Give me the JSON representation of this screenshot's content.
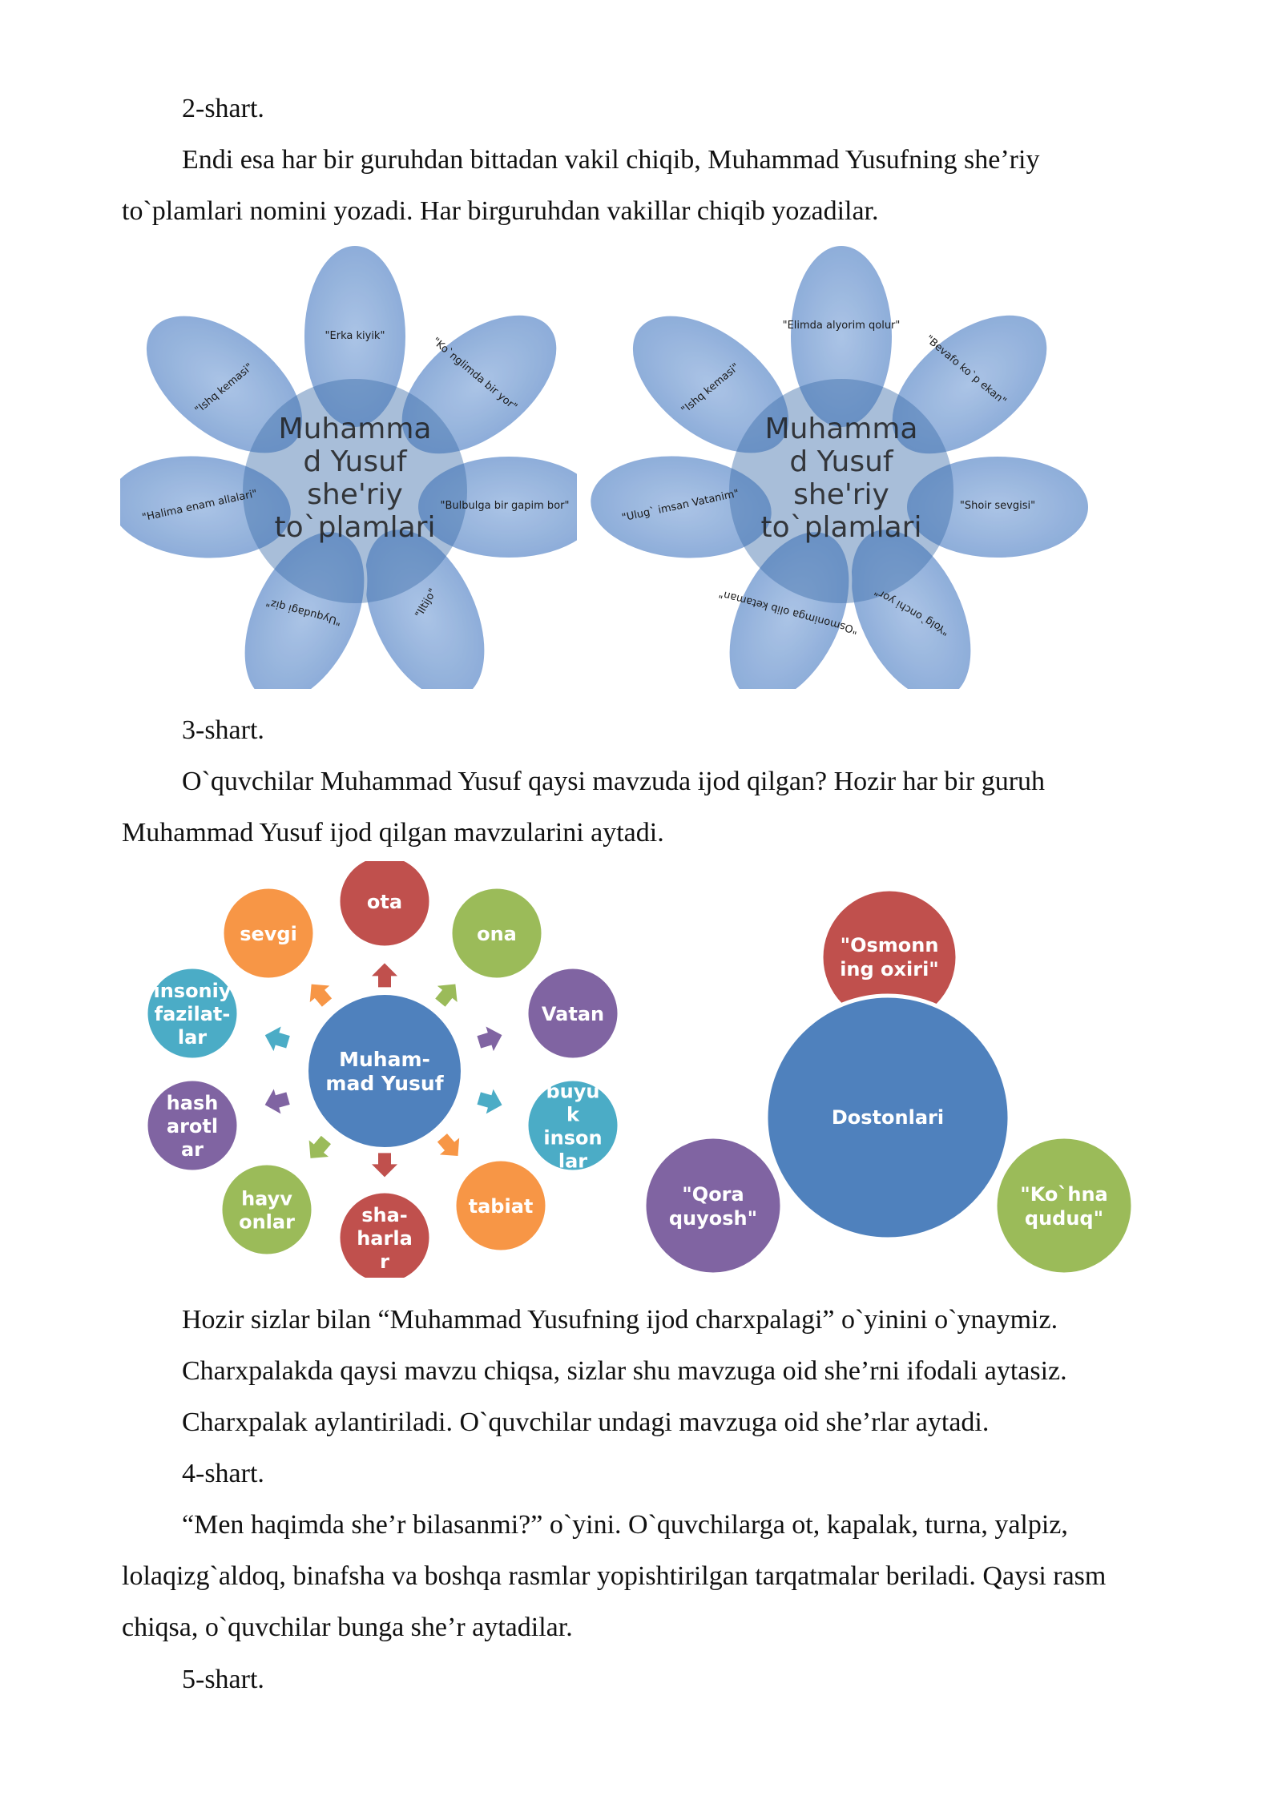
{
  "para1_title": "2-shart.",
  "para1_text": "Endi esa har bir guruhdan bittadan vakil chiqib, Muhammad Yusufning she’riy to`plamlari nomini yozadi. Har birguruhdan vakillar chiqib yozadilar.",
  "flower1": {
    "center_lines": [
      "Muhamma",
      "d Yusuf",
      "she'riy",
      "to`plamlari"
    ],
    "petals": [
      "\"Erka kiyik\"",
      "\"Ko`nglimda bir yor\"",
      "\"Bulbulga bir gapim bor\"",
      "\"Iltijo\"",
      "\"Uyqudagi qiz\"",
      "\"Halima enam allalari\"",
      "\"Ishq kemasi\""
    ]
  },
  "flower2": {
    "center_lines": [
      "Muhamma",
      "d Yusuf",
      "she'riy",
      "to`plamlari"
    ],
    "petals": [
      "\"Elimda alyorim qolur\"",
      "\"Bevafo ko`p ekan\"",
      "\"Shoir sevgisi\"",
      "\"Yolg`onchi yor\"",
      "\"Osmonimga olib ketaman\"",
      "\"Ulug` imsan Vatanim\"",
      "\"Ishq kemasi\""
    ]
  },
  "para2_title": "3-shart.",
  "para2_text_1": "O`quvchilar Muhammad Yusuf qaysi mavzuda ijod qilgan? Hozir har bir guruh",
  "para2_text_2": "Muhammad Yusuf ijod qilgan mavzularini aytadi.",
  "cycle": {
    "center": [
      "Muham-",
      "mad Yusuf"
    ],
    "nodes": [
      {
        "lines": [
          "ota"
        ],
        "color": "#c0504d"
      },
      {
        "lines": [
          "ona"
        ],
        "color": "#9bbb59"
      },
      {
        "lines": [
          "Vatan"
        ],
        "color": "#8064a2"
      },
      {
        "lines": [
          "buyu",
          "k",
          "inson",
          "lar"
        ],
        "color": "#4bacc6"
      },
      {
        "lines": [
          "tabiat"
        ],
        "color": "#f79646"
      },
      {
        "lines": [
          "sha-",
          "harla",
          "r"
        ],
        "color": "#c0504d"
      },
      {
        "lines": [
          "hayv",
          "onlar"
        ],
        "color": "#9bbb59"
      },
      {
        "lines": [
          "hash",
          "arotl",
          "ar"
        ],
        "color": "#8064a2"
      },
      {
        "lines": [
          "insoniy",
          "fazilat-",
          "lar"
        ],
        "color": "#4bacc6"
      },
      {
        "lines": [
          "sevgi"
        ],
        "color": "#f79646"
      }
    ]
  },
  "dostonlar": {
    "center": "Dostonlari",
    "top": [
      "\"Osmonn",
      "ing oxiri\""
    ],
    "left": [
      "\"Qora",
      "quyosh\""
    ],
    "right": [
      "\"Ko`hna",
      "quduq\""
    ]
  },
  "line_a": "Hozir sizlar bilan “Muhammad Yusufning ijod charxpalagi” o`yinini o`ynaymiz.",
  "line_b": "Charxpalakda qaysi mavzu chiqsa, sizlar shu mavzuga oid she’rni ifodali aytasiz.",
  "line_c": "Charxpalak aylantiriladi. O`quvchilar undagi mavzuga oid she’rlar aytadi.",
  "line_d": "4-shart.",
  "para4_text": "“Men haqimda she’r bilasanmi?” o`yini. O`quvchilarga ot, kapalak, turna, yalpiz, lolaqizg`aldoq, binafsha va boshqa rasmlar yopishtirilgan tarqatmalar beriladi. Qaysi rasm chiqsa, o`quvchilar bunga she’r aytadilar.",
  "line_e": "5-shart.",
  "colors": {
    "petal": "#8fb0dc",
    "petal_stroke": "#ffffff",
    "center": "#3d6eaa",
    "doston_blue": "#4f81bd"
  }
}
